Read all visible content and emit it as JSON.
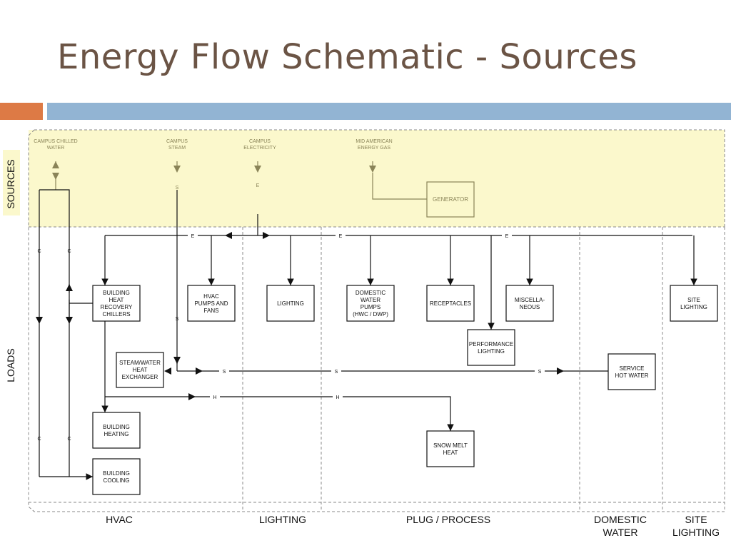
{
  "title": "Energy Flow Schematic - Sources",
  "colors": {
    "accent_orange": "#dd7a45",
    "accent_blue": "#92b4d3",
    "sources_band": "#fbf8cc",
    "title_color": "#6b5445"
  },
  "side_labels": {
    "sources": "SOURCES",
    "loads": "LOADS"
  },
  "sources": {
    "chilled_water_1": "CAMPUS CHILLED",
    "chilled_water_2": "WATER",
    "steam_1": "CAMPUS",
    "steam_2": "STEAM",
    "electricity_1": "CAMPUS",
    "electricity_2": "ELECTRICITY",
    "gas_1": "MID AMERICAN",
    "gas_2": "ENERGY GAS",
    "generator": "GENERATOR"
  },
  "loads": {
    "bhrc": [
      "BUILDING",
      "HEAT",
      "RECOVERY",
      "CHILLERS"
    ],
    "hvac_pumps": [
      "HVAC",
      "PUMPS AND",
      "FANS"
    ],
    "lighting": "LIGHTING",
    "dw_pumps": [
      "DOMESTIC",
      "WATER",
      "PUMPS",
      "(HWC / DWP)"
    ],
    "receptacles": "RECEPTACLES",
    "misc": [
      "MISCELLA-",
      "NEOUS"
    ],
    "site_lighting": [
      "SITE",
      "LIGHTING"
    ],
    "performance_lighting": [
      "PERFORMANCE",
      "LIGHTING"
    ],
    "steam_exchanger": [
      "STEAM/WATER",
      "HEAT",
      "EXCHANGER"
    ],
    "service_hot_water": [
      "SERVICE",
      "HOT WATER"
    ],
    "building_heating": [
      "BUILDING",
      "HEATING"
    ],
    "snow_melt": [
      "SNOW MELT",
      "HEAT"
    ],
    "building_cooling": [
      "BUILDING",
      "COOLING"
    ]
  },
  "line_letters": {
    "electric": "E",
    "steam": "S",
    "hot": "H",
    "chilled": "C"
  },
  "sections": {
    "hvac": "HVAC",
    "lighting": "LIGHTING",
    "plug": "PLUG / PROCESS",
    "domestic_1": "DOMESTIC",
    "domestic_2": "WATER",
    "site_1": "SITE",
    "site_2": "LIGHTING"
  }
}
